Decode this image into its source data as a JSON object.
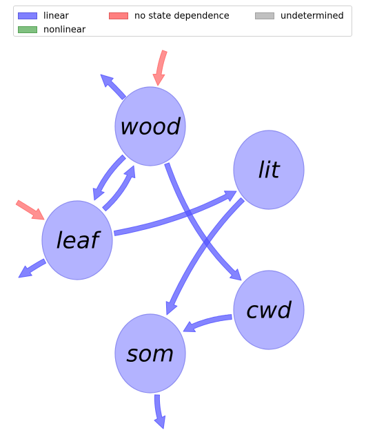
{
  "legend": [
    {
      "label": "linear",
      "fill": "#8080ff",
      "stroke": "#5a5ae0"
    },
    {
      "label": "nonlinear",
      "fill": "#80c080",
      "stroke": "#55a055"
    },
    {
      "label": "no state dependence",
      "fill": "#ff8080",
      "stroke": "#e05a5a"
    },
    {
      "label": "undetermined",
      "fill": "#c0c0c0",
      "stroke": "#a0a0a0"
    }
  ],
  "colors": {
    "node_fill": "#b3b3ff",
    "node_stroke": "#8c8cf0",
    "linear_arrow": "#5555ff",
    "no_state_arrow": "#ff6666"
  },
  "nodes": [
    {
      "id": "wood",
      "label": "wood"
    },
    {
      "id": "lit",
      "label": "lit"
    },
    {
      "id": "leaf",
      "label": "leaf"
    },
    {
      "id": "cwd",
      "label": "cwd"
    },
    {
      "id": "som",
      "label": "som"
    }
  ],
  "edges": [
    {
      "id": "wood-to-leaf",
      "from": "wood",
      "to": "leaf",
      "kind": "linear"
    },
    {
      "id": "leaf-to-wood",
      "from": "leaf",
      "to": "wood",
      "kind": "linear"
    },
    {
      "id": "leaf-to-lit",
      "from": "leaf",
      "to": "lit",
      "kind": "linear"
    },
    {
      "id": "wood-to-cwd",
      "from": "wood",
      "to": "cwd",
      "kind": "linear"
    },
    {
      "id": "lit-to-som",
      "from": "lit",
      "to": "som",
      "kind": "linear"
    },
    {
      "id": "cwd-to-som",
      "from": "cwd",
      "to": "som",
      "kind": "linear"
    },
    {
      "id": "wood-out",
      "from": "wood",
      "to": null,
      "kind": "linear"
    },
    {
      "id": "leaf-out",
      "from": "leaf",
      "to": null,
      "kind": "linear"
    },
    {
      "id": "som-out",
      "from": "som",
      "to": null,
      "kind": "linear"
    },
    {
      "id": "wood-in",
      "from": null,
      "to": "wood",
      "kind": "no state dependence"
    },
    {
      "id": "leaf-in",
      "from": null,
      "to": "leaf",
      "kind": "no state dependence"
    }
  ]
}
